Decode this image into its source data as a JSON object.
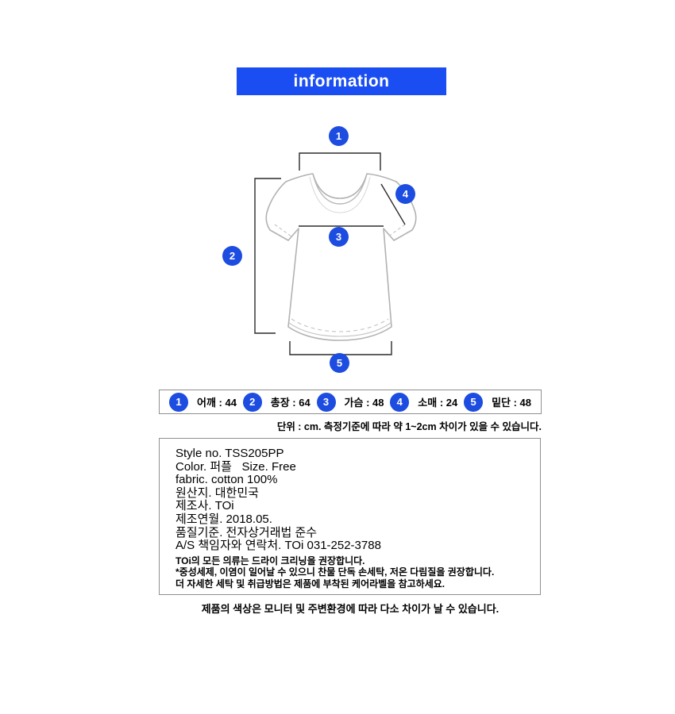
{
  "header": {
    "title": "information"
  },
  "colors": {
    "banner_blue": "#1b4ef2",
    "marker_blue": "#1d4ce0",
    "outline_gray": "#b2b2b2",
    "measure_line": "#2b2b2b",
    "box_border": "#8f8f8f"
  },
  "diagram": {
    "markers": [
      "1",
      "2",
      "3",
      "4",
      "5"
    ]
  },
  "size_table": {
    "items": [
      {
        "number": "1",
        "label": "어깨 : 44"
      },
      {
        "number": "2",
        "label": "총장 : 64"
      },
      {
        "number": "3",
        "label": "가슴 : 48"
      },
      {
        "number": "4",
        "label": "소매 : 24"
      },
      {
        "number": "5",
        "label": "밑단 : 48"
      }
    ],
    "unit_note": "단위 : cm. 측정기준에 따라 약 1~2cm 차이가 있을 수 있습니다."
  },
  "product_info": {
    "lines": [
      "Style no. TSS205PP",
      "Color. 퍼플   Size. Free",
      "fabric. cotton 100%",
      "원산지. 대한민국",
      "제조사. TOi",
      "제조연월. 2018.05.",
      "품질기준. 전자상거래법 준수",
      "A/S 책임자와 연락처. TOi 031-252-3788"
    ],
    "care_lines": [
      "TOi의 모든 의류는 드라이 크리닝을 권장합니다.",
      "*중성세제, 이염이 일어날 수 있으니 찬물 단독 손세탁, 저온 다림질을 권장합니다.",
      "더 자세한 세탁 및 취급방법은 제품에 부착된 케어라벨을 참고하세요."
    ]
  },
  "footer_note": "제품의 색상은 모니터 및 주변환경에 따라 다소 차이가 날 수 있습니다."
}
